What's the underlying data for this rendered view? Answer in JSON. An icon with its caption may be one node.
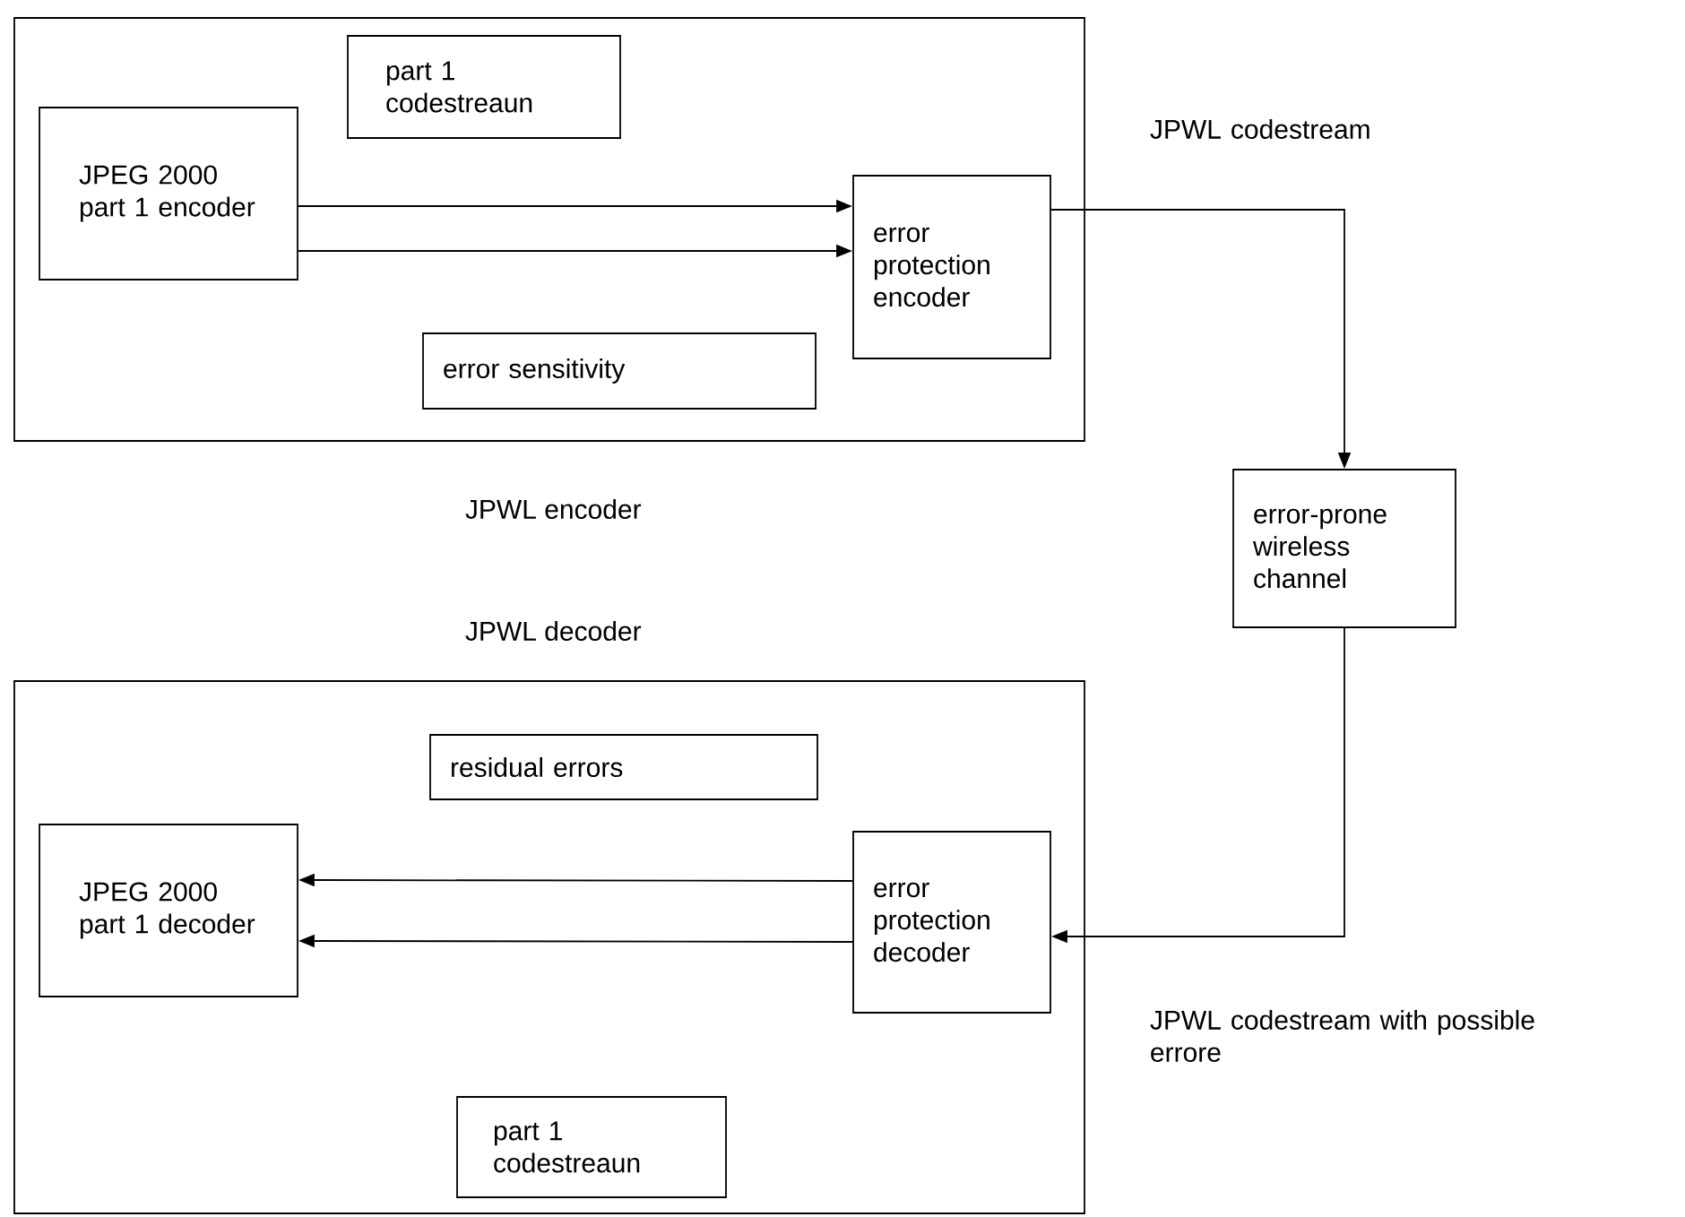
{
  "diagram": {
    "nodes": [
      {
        "text": [
          "JPWL encoder"
        ]
      },
      {
        "text": [
          "JPEG 2000 part 1 encoder"
        ],
        "in": 0
      },
      {
        "text": [
          "part 1 codestreaun"
        ],
        "in": 0
      },
      {
        "text": [
          "error protection encoder"
        ],
        "in": 0
      },
      {
        "text": [
          "error sensitivity"
        ],
        "in": 0
      },
      {
        "text": [
          "error-prone wireless channel"
        ]
      },
      {
        "text": [
          "JPWL decoder"
        ]
      },
      {
        "text": [
          "residual errors"
        ],
        "in": 6
      },
      {
        "text": [
          "JPEG 2000 part 1 decoder"
        ],
        "in": 6
      },
      {
        "text": [
          "error protection decoder"
        ],
        "in": 6
      },
      {
        "text": [
          "part 1 codestreaun"
        ],
        "in": 6
      }
    ],
    "edges": [
      {
        "from": 1,
        "to": 3,
        "arrow": "to"
      },
      {
        "from": 1,
        "to": 3,
        "arrow": "to"
      },
      {
        "from": 3,
        "to": 5,
        "arrow": "to",
        "label": "JPWL codestream"
      },
      {
        "from": 5,
        "to": 9,
        "arrow": "to",
        "label": "JPWL codestream with possible errore"
      },
      {
        "from": 9,
        "to": 8,
        "arrow": "to"
      },
      {
        "from": 9,
        "to": 8,
        "arrow": "to"
      }
    ]
  }
}
